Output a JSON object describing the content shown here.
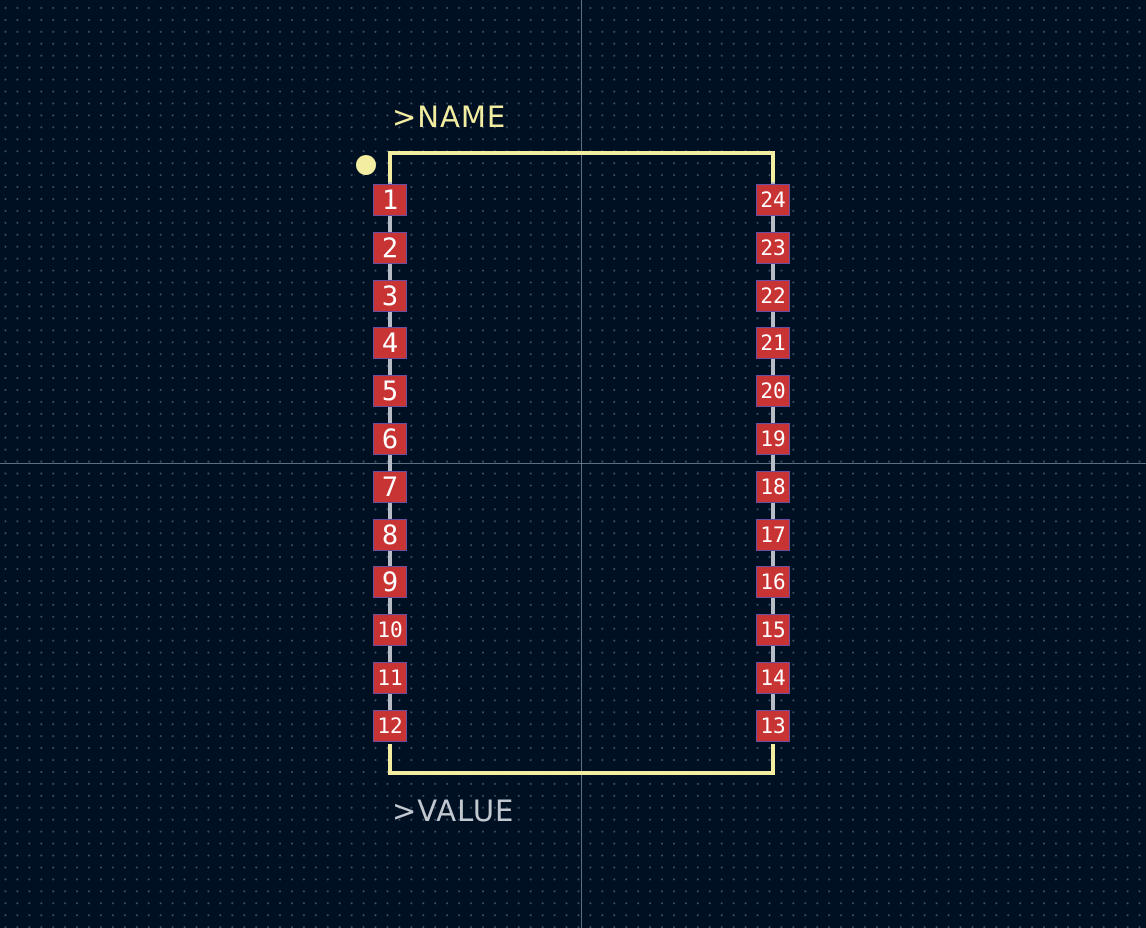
{
  "footprint": {
    "name_field": ">NAME",
    "value_field": ">VALUE",
    "pin1_marker": "pin-1-indicator",
    "pins_left": [
      "1",
      "2",
      "3",
      "4",
      "5",
      "6",
      "7",
      "8",
      "9",
      "10",
      "11",
      "12"
    ],
    "pins_right": [
      "24",
      "23",
      "22",
      "21",
      "20",
      "19",
      "18",
      "17",
      "16",
      "15",
      "14",
      "13"
    ]
  },
  "colors": {
    "background": "#001023",
    "silkscreen": "#f2eda1",
    "fab_text": "#c2c8d0",
    "pad_fill": "#c83434",
    "pad_border": "#6a4fa0",
    "crosshair": "#7f8ea3"
  }
}
